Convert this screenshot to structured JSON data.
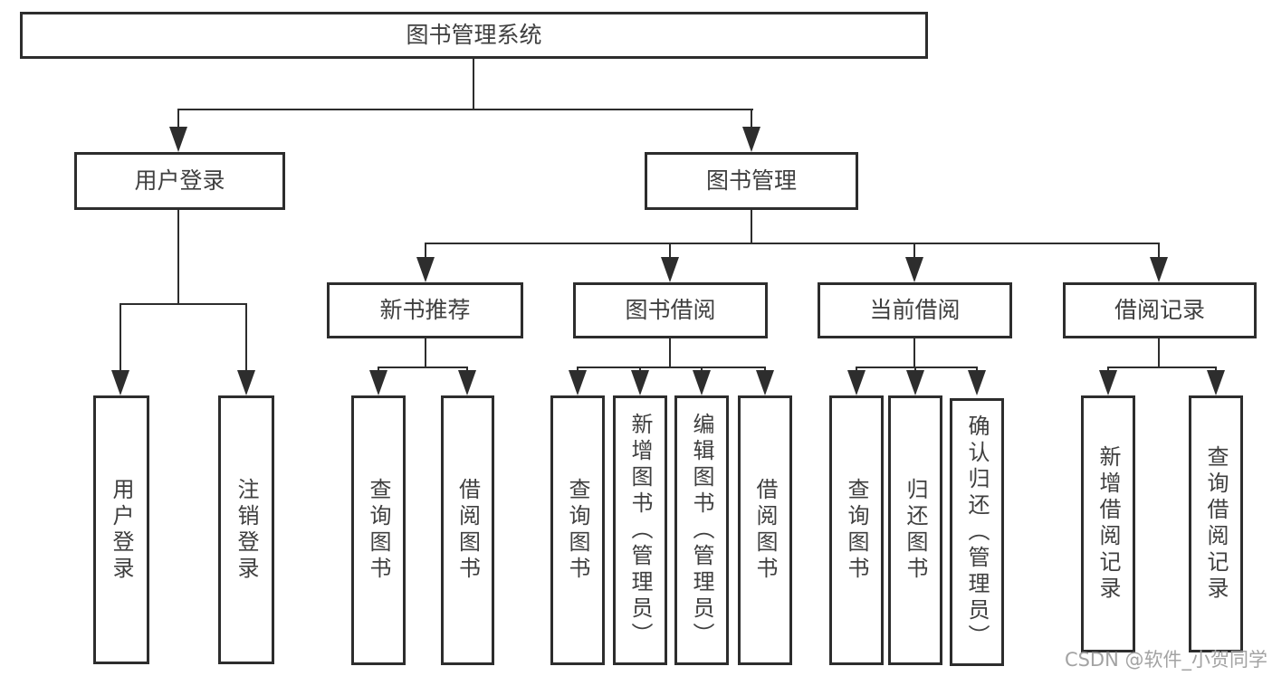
{
  "tree": {
    "root": {
      "label": "图书管理系统"
    },
    "user_login": {
      "label": "用户登录",
      "children": [
        {
          "label": "用户登录"
        },
        {
          "label": "注销登录"
        }
      ]
    },
    "book_management": {
      "label": "图书管理",
      "sections": [
        {
          "label": "新书推荐",
          "children": [
            {
              "label": "查询图书"
            },
            {
              "label": "借阅图书"
            }
          ]
        },
        {
          "label": "图书借阅",
          "children": [
            {
              "label": "查询图书"
            },
            {
              "label": "新增图书（管理员）"
            },
            {
              "label": "编辑图书（管理员）"
            },
            {
              "label": "借阅图书"
            }
          ]
        },
        {
          "label": "当前借阅",
          "children": [
            {
              "label": "查询图书"
            },
            {
              "label": "归还图书"
            },
            {
              "label": "确认归还（管理员）"
            }
          ]
        },
        {
          "label": "借阅记录",
          "children": [
            {
              "label": "新增借阅记录"
            },
            {
              "label": "查询借阅记录"
            }
          ]
        }
      ]
    }
  },
  "watermark": {
    "text": "CSDN @软件_小贺同学"
  },
  "colors": {
    "line": "#2d2d2d",
    "box_border": "#2d2d2d",
    "text": "#3f3f3f",
    "watermark_text": "#a3a3a3",
    "background": "#ffffff"
  }
}
